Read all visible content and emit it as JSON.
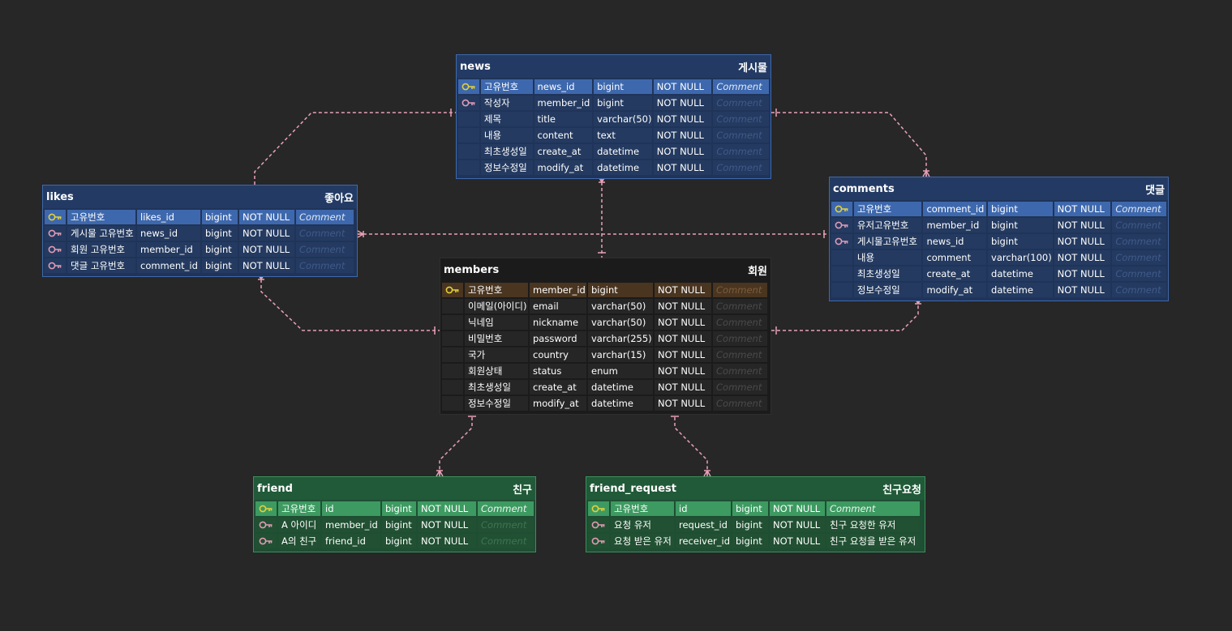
{
  "colors": {
    "relation": "#e8a1b7",
    "pk_key": "#e3d13a",
    "fk_key": "#e19bb5",
    "background": "#272727"
  },
  "tables": {
    "news": {
      "name": "news",
      "label": "게시물",
      "rows": [
        [
          "pk",
          "고유번호",
          "news_id",
          "bigint",
          "NOT NULL",
          "Comment"
        ],
        [
          "fk",
          "작성자",
          "member_id",
          "bigint",
          "NOT NULL",
          "Comment"
        ],
        [
          "",
          "제목",
          "title",
          "varchar(50)",
          "NOT NULL",
          "Comment"
        ],
        [
          "",
          "내용",
          "content",
          "text",
          "NOT NULL",
          "Comment"
        ],
        [
          "",
          "최초생성일",
          "create_at",
          "datetime",
          "NOT NULL",
          "Comment"
        ],
        [
          "",
          "정보수정일",
          "modify_at",
          "datetime",
          "NOT NULL",
          "Comment"
        ]
      ]
    },
    "likes": {
      "name": "likes",
      "label": "좋아요",
      "rows": [
        [
          "pk",
          "고유번호",
          "likes_id",
          "bigint",
          "NOT NULL",
          "Comment"
        ],
        [
          "fk",
          "게시물 고유번호",
          "news_id",
          "bigint",
          "NOT NULL",
          "Comment"
        ],
        [
          "fk",
          "회원 고유번호",
          "member_id",
          "bigint",
          "NOT NULL",
          "Comment"
        ],
        [
          "fk",
          "댓글 고유번호",
          "comment_id",
          "bigint",
          "NOT NULL",
          "Comment"
        ]
      ]
    },
    "comments": {
      "name": "comments",
      "label": "댓글",
      "rows": [
        [
          "pk",
          "고유번호",
          "comment_id",
          "bigint",
          "NOT NULL",
          "Comment"
        ],
        [
          "fk",
          "유저고유번호",
          "member_id",
          "bigint",
          "NOT NULL",
          "Comment"
        ],
        [
          "fk",
          "게시물고유번호",
          "news_id",
          "bigint",
          "NOT NULL",
          "Comment"
        ],
        [
          "",
          "내용",
          "comment",
          "varchar(100)",
          "NOT NULL",
          "Comment"
        ],
        [
          "",
          "최초생성일",
          "create_at",
          "datetime",
          "NOT NULL",
          "Comment"
        ],
        [
          "",
          "정보수정일",
          "modify_at",
          "datetime",
          "NOT NULL",
          "Comment"
        ]
      ]
    },
    "members": {
      "name": "members",
      "label": "회원",
      "rows": [
        [
          "pk",
          "고유번호",
          "member_id",
          "bigint",
          "NOT NULL",
          "Comment"
        ],
        [
          "",
          "이메일(아이디)",
          "email",
          "varchar(50)",
          "NOT NULL",
          "Comment"
        ],
        [
          "",
          "닉네임",
          "nickname",
          "varchar(50)",
          "NOT NULL",
          "Comment"
        ],
        [
          "",
          "비밀번호",
          "password",
          "varchar(255)",
          "NOT NULL",
          "Comment"
        ],
        [
          "",
          "국가",
          "country",
          "varchar(15)",
          "NOT NULL",
          "Comment"
        ],
        [
          "",
          "회원상태",
          "status",
          "enum",
          "NOT NULL",
          "Comment"
        ],
        [
          "",
          "최초생성일",
          "create_at",
          "datetime",
          "NOT NULL",
          "Comment"
        ],
        [
          "",
          "정보수정일",
          "modify_at",
          "datetime",
          "NOT NULL",
          "Comment"
        ]
      ]
    },
    "friend": {
      "name": "friend",
      "label": "친구",
      "rows": [
        [
          "pk",
          "고유번호",
          "id",
          "bigint",
          "NOT NULL",
          "Comment"
        ],
        [
          "fk",
          "A 아이디",
          "member_id",
          "bigint",
          "NOT NULL",
          "Comment"
        ],
        [
          "fk",
          "A의 친구",
          "friend_id",
          "bigint",
          "NOT NULL",
          "Comment"
        ]
      ]
    },
    "friend_request": {
      "name": "friend_request",
      "label": "친구요청",
      "rows": [
        [
          "pk",
          "고유번호",
          "id",
          "bigint",
          "NOT NULL",
          "Comment"
        ],
        [
          "fk",
          "요청 유저",
          "request_id",
          "bigint",
          "NOT NULL",
          "친구 요청한 유저"
        ],
        [
          "fk",
          "요청 받은 유저",
          "receiver_id",
          "bigint",
          "NOT NULL",
          "친구 요청을 받은 유저"
        ]
      ]
    }
  }
}
